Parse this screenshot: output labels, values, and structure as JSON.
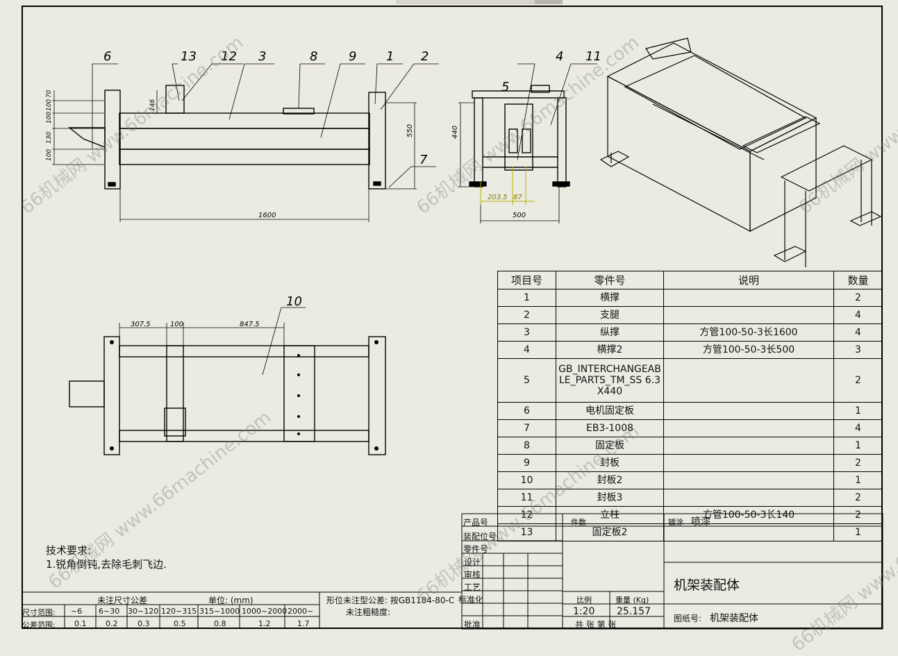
{
  "balloons": [
    "6",
    "13",
    "12",
    "3",
    "8",
    "9",
    "1",
    "2",
    "7",
    "5",
    "4",
    "11",
    "10"
  ],
  "dims": {
    "front_left": [
      "70",
      "146",
      "100",
      "130",
      "100",
      "100"
    ],
    "front_height": "550",
    "front_length": "1600",
    "side_height": "440",
    "side_a": "203.5",
    "side_b": "87",
    "side_width": "500",
    "top_a": "307.5",
    "top_b": "100",
    "top_c": "847.5"
  },
  "bom": {
    "headers": [
      "项目号",
      "零件号",
      "说明",
      "数量"
    ],
    "rows": [
      {
        "no": "1",
        "part": "横撑",
        "desc": "",
        "qty": "2"
      },
      {
        "no": "2",
        "part": "支腿",
        "desc": "",
        "qty": "4"
      },
      {
        "no": "3",
        "part": "纵撑",
        "desc": "方管100-50-3长1600",
        "qty": "4"
      },
      {
        "no": "4",
        "part": "横撑2",
        "desc": "方管100-50-3长500",
        "qty": "3"
      },
      {
        "no": "5",
        "part": "GB_INTERCHANGEABLE_PARTS_TM_SS 6.3X440",
        "desc": "",
        "qty": "2"
      },
      {
        "no": "6",
        "part": "电机固定板",
        "desc": "",
        "qty": "1"
      },
      {
        "no": "7",
        "part": "EB3-1008",
        "desc": "",
        "qty": "4"
      },
      {
        "no": "8",
        "part": "固定板",
        "desc": "",
        "qty": "1"
      },
      {
        "no": "9",
        "part": "封板",
        "desc": "",
        "qty": "2"
      },
      {
        "no": "10",
        "part": "封板2",
        "desc": "",
        "qty": "1"
      },
      {
        "no": "11",
        "part": "封板3",
        "desc": "",
        "qty": "2"
      },
      {
        "no": "12",
        "part": "立柱",
        "desc": "方管100-50-3长140",
        "qty": "2"
      },
      {
        "no": "13",
        "part": "固定板2",
        "desc": "",
        "qty": "1"
      }
    ]
  },
  "notes": {
    "title": "技术要求:",
    "line1": "1.锐角倒钝,去除毛刺飞边."
  },
  "title_block": {
    "product_no": "产品号",
    "assembly_no": "装配位号",
    "part_no": "零件号",
    "design": "设计",
    "review": "审核",
    "process": "工艺",
    "standard": "标准化",
    "approve": "批准",
    "count_label": "件数",
    "coating_label": "镀涂",
    "coating": "喷漆",
    "drawing_title": "机架装配体",
    "scale_label": "比例",
    "weight_label": "重量 (Kg)",
    "scale": "1:20",
    "weight": "25.157",
    "sheets": "共    张    第    张",
    "drawing_no_label": "图纸号:",
    "drawing_no": "机架装配体",
    "tol_title": "未注尺寸公差",
    "unit": "单位: (mm)",
    "form_tol": "形位未注型公差: 按GB1184-80-C",
    "rough": "未注粗糙度:",
    "size_range_label": "尺寸范围:",
    "tol_range_label": "公差范围:",
    "ranges": [
      "~6",
      "6~30",
      "30~120",
      "120~315",
      "315~1000",
      "1000~2000",
      "2000~"
    ],
    "tols": [
      "0.1",
      "0.2",
      "0.3",
      "0.5",
      "0.8",
      "1.2",
      "1.7"
    ]
  },
  "watermark": "66机械网 www.66machine.com"
}
